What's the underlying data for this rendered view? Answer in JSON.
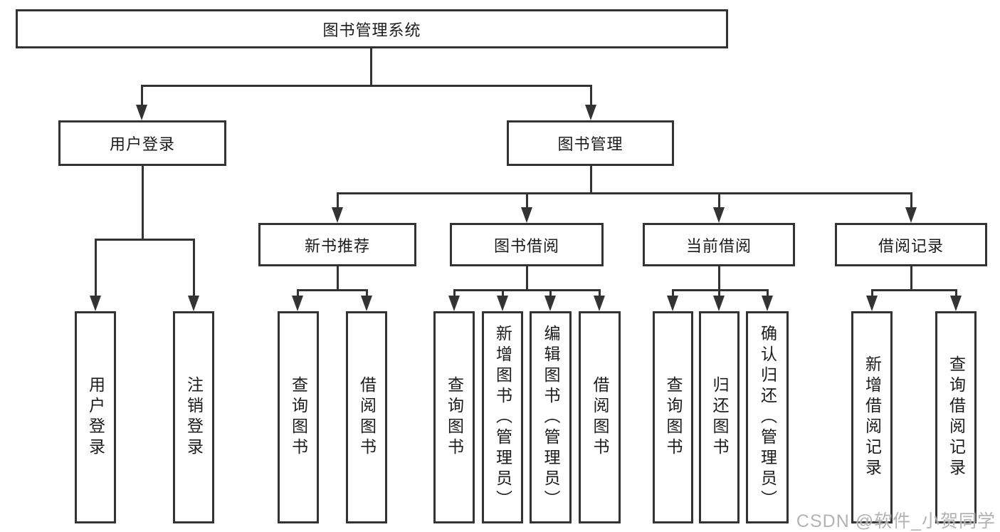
{
  "diagram": {
    "title": "图书管理系统",
    "root": {
      "label": "图书管理系统"
    },
    "level2": {
      "user_login": {
        "label": "用户登录"
      },
      "book_mgmt": {
        "label": "图书管理"
      }
    },
    "level3": {
      "new_book": {
        "label": "新书推荐"
      },
      "borrow": {
        "label": "图书借阅"
      },
      "current": {
        "label": "当前借阅"
      },
      "records": {
        "label": "借阅记录"
      }
    },
    "leaves": {
      "user_login": [
        "用户登录",
        "注销登录"
      ],
      "new_book": [
        "查询图书",
        "借阅图书"
      ],
      "borrow": [
        "查询图书",
        "新增图书（管理员）",
        "编辑图书（管理员）",
        "借阅图书"
      ],
      "current": [
        "查询图书",
        "归还图书",
        "确认归还（管理员）"
      ],
      "records": [
        "新增借阅记录",
        "查询借阅记录"
      ]
    }
  },
  "watermark": "CSDN @软件_小贺同学",
  "colors": {
    "line": "#333333",
    "text": "#1c1c1c",
    "background": "#ffffff",
    "watermark": "#acacac"
  }
}
